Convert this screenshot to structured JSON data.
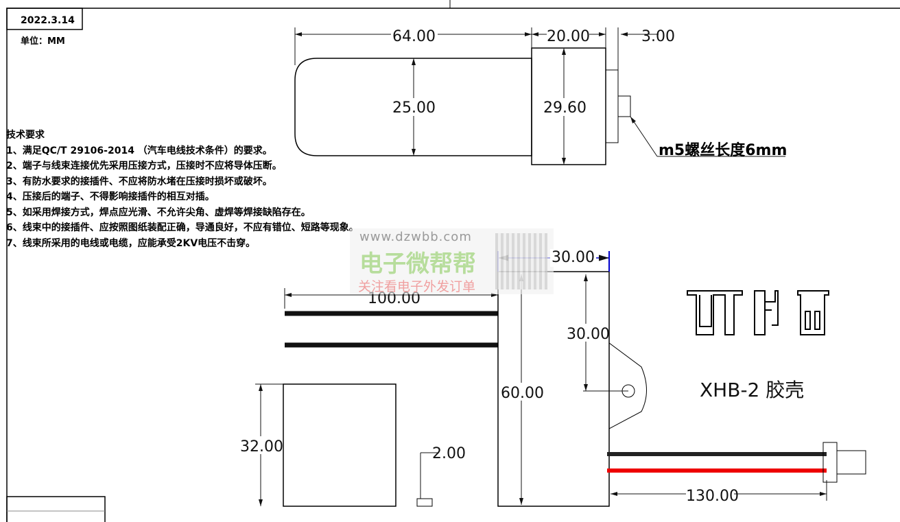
{
  "title_block": {
    "date": "2022.3.14",
    "unit": "单位：MM"
  },
  "notes": {
    "heading": "技术要求",
    "items": [
      "1、满足QC/T 29106-2014 （汽车电线技术条件）的要求。",
      "2、端子与线束连接优先采用压接方式，压接时不应将导体压断。",
      "3、有防水要求的接插件、不应将防水堵在压接时损坏或破坏。",
      "4、压接后的端子、不得影响接插件的相互对插。",
      "5、如采用焊接方式，焊点应光滑、不允许尖角、虚焊等焊接缺陷存在。",
      "6、线束中的接插件、应按照图纸装配正确，导通良好，不应有错位、短路等现象。",
      "7、线束所采用的电线或电缆，应能承受2KV电压不击穿。"
    ]
  },
  "dimensions": {
    "top_length": "64.00",
    "top_cap": "20.00",
    "top_stud": "3.00",
    "top_dia": "25.00",
    "top_cap_dia": "29.60",
    "thread_note": "m5螺丝长度6mm",
    "wire_len": "100.00",
    "width": "30.00",
    "hole_pos": "30.00",
    "height": "60.00",
    "side_height": "32.00",
    "side_thick": "2.00",
    "cable_len": "130.00"
  },
  "connector": {
    "label": "XHB-2 胶壳"
  },
  "watermark": {
    "url": "www.dzwbb.com",
    "brand": "电子微帮帮",
    "slogan": "关注看电子外发订单"
  },
  "colors": {
    "dim_blue": "#0000cc",
    "wire_red": "#ee0000",
    "wire_black": "#222222"
  }
}
